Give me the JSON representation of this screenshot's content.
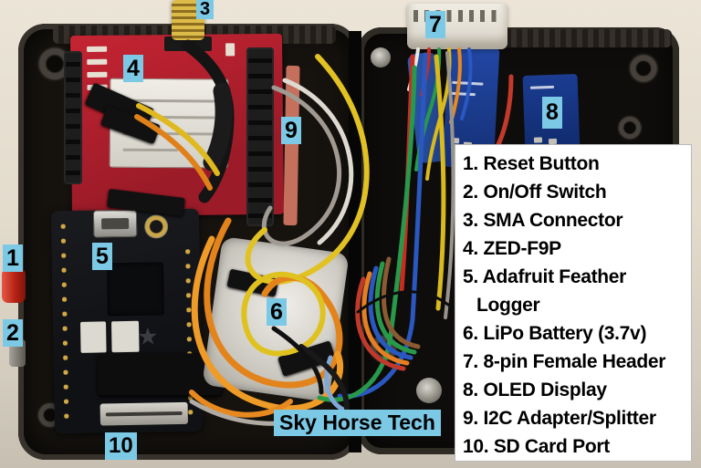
{
  "annotations": {
    "marker_bg_color": "#7cc9e6",
    "markers": [
      "1",
      "2",
      "3",
      "4",
      "5",
      "6",
      "7",
      "8",
      "9",
      "10"
    ],
    "brand_tag": "Sky Horse Tech"
  },
  "legend": {
    "bg_color": "#ffffff",
    "text_color": "#000000",
    "lines": [
      "1. Reset Button",
      "2. On/Off Switch",
      "3. SMA Connector",
      "4. ZED-F9P",
      "5. Adafruit Feather",
      "Logger",
      "6. LiPo Battery (3.7v)",
      "7. 8-pin Female Header",
      "8. OLED Display",
      "9. I2C Adapter/Splitter",
      "10. SD Card Port"
    ]
  },
  "icons": {
    "feather_star_logo": "★"
  }
}
